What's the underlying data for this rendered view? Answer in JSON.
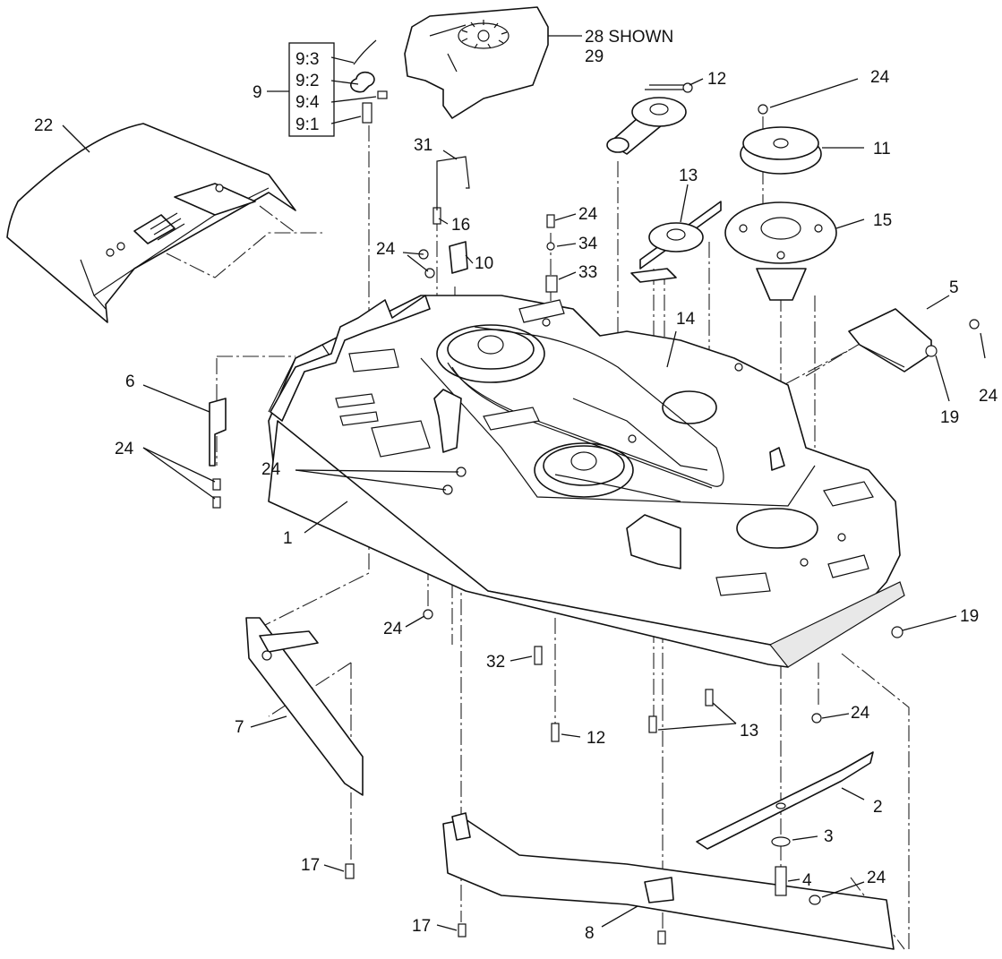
{
  "figure": {
    "callouts": {
      "c1": "1",
      "c2": "2",
      "c3": "3",
      "c4": "4",
      "c5": "5",
      "c6": "6",
      "c7": "7",
      "c8": "8",
      "c9": "9",
      "c10": "10",
      "c11": "11",
      "c12a": "12",
      "c12b": "12",
      "c13a": "13",
      "c13b": "13",
      "c14": "14",
      "c15": "15",
      "c16": "16",
      "c17a": "17",
      "c17b": "17",
      "c19a": "19",
      "c19b": "19",
      "c22": "22",
      "c24a": "24",
      "c24b": "24",
      "c24c": "24",
      "c24d": "24",
      "c24e": "24",
      "c24f": "24",
      "c24g": "24",
      "c24h": "24",
      "c24i": "24",
      "c28": "28 SHOWN",
      "c29": "29",
      "c31": "31",
      "c32": "32",
      "c33": "33",
      "c34": "34"
    },
    "subassembly_9": [
      "9:3",
      "9:2",
      "9:4",
      "9:1"
    ]
  }
}
